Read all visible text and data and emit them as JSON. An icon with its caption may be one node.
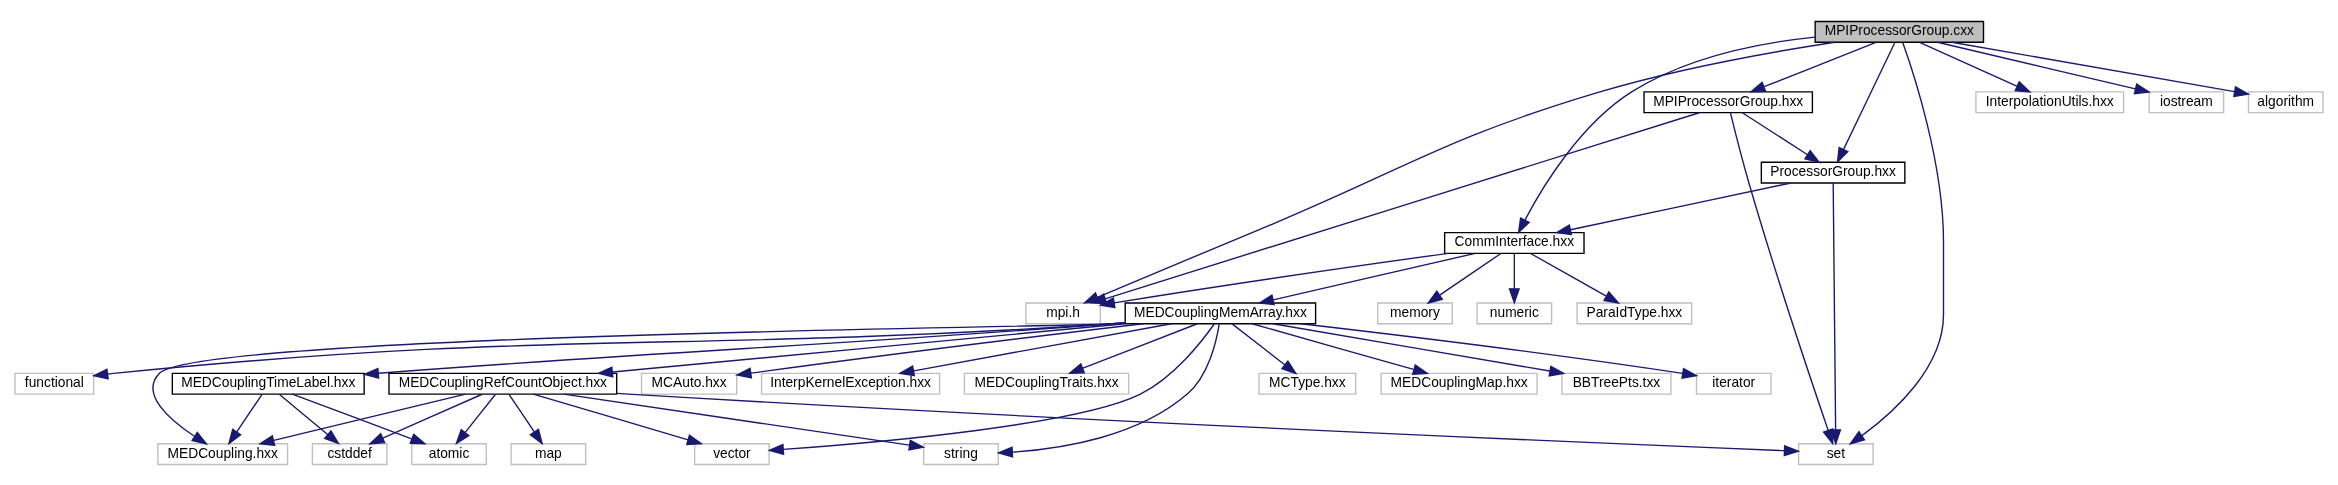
{
  "diagram": {
    "nodes": [
      {
        "text": [
          "MPIProcessorGroup.cxx"
        ]
      },
      {
        "text": [
          "MPIProcessorGroup.hxx"
        ]
      },
      {
        "text": [
          "InterpolationUtils.hxx"
        ]
      },
      {
        "text": [
          "iostream"
        ]
      },
      {
        "text": [
          "algorithm"
        ]
      },
      {
        "text": [
          "ProcessorGroup.hxx"
        ]
      },
      {
        "text": [
          "CommInterface.hxx"
        ]
      },
      {
        "text": [
          "mpi.h"
        ]
      },
      {
        "text": [
          "set"
        ]
      },
      {
        "text": [
          "MEDCouplingMemArray.hxx"
        ]
      },
      {
        "text": [
          "memory"
        ]
      },
      {
        "text": [
          "numeric"
        ]
      },
      {
        "text": [
          "ParaIdType.hxx"
        ]
      },
      {
        "text": [
          "MCAuto.hxx"
        ]
      },
      {
        "text": [
          "InterpKernelException.hxx"
        ]
      },
      {
        "text": [
          "MEDCouplingTraits.hxx"
        ]
      },
      {
        "text": [
          "MEDCouplingMap.hxx"
        ]
      },
      {
        "text": [
          "BBTreePts.txx"
        ]
      },
      {
        "text": [
          "iterator"
        ]
      },
      {
        "text": [
          "functional"
        ]
      },
      {
        "text": [
          "MEDCouplingTimeLabel.hxx"
        ]
      },
      {
        "text": [
          "MEDCouplingRefCountObject.hxx"
        ]
      },
      {
        "text": [
          "MCType.hxx"
        ]
      },
      {
        "text": [
          "MEDCoupling.hxx"
        ]
      },
      {
        "text": [
          "cstddef"
        ]
      },
      {
        "text": [
          "atomic"
        ]
      },
      {
        "text": [
          "map"
        ]
      },
      {
        "text": [
          "vector"
        ]
      },
      {
        "text": [
          "string"
        ]
      }
    ],
    "edges": [
      {
        "from": 0,
        "to": 1,
        "arrow": "to"
      },
      {
        "from": 0,
        "to": 5,
        "arrow": "to"
      },
      {
        "from": 0,
        "to": 6,
        "arrow": "to"
      },
      {
        "from": 0,
        "to": 7,
        "arrow": "to"
      },
      {
        "from": 0,
        "to": 8,
        "arrow": "to"
      },
      {
        "from": 0,
        "to": 2,
        "arrow": "to"
      },
      {
        "from": 0,
        "to": 3,
        "arrow": "to"
      },
      {
        "from": 0,
        "to": 4,
        "arrow": "to"
      },
      {
        "from": 1,
        "to": 5,
        "arrow": "to"
      },
      {
        "from": 1,
        "to": 7,
        "arrow": "to"
      },
      {
        "from": 1,
        "to": 8,
        "arrow": "to"
      },
      {
        "from": 5,
        "to": 6,
        "arrow": "to"
      },
      {
        "from": 5,
        "to": 8,
        "arrow": "to"
      },
      {
        "from": 6,
        "to": 9,
        "arrow": "to"
      },
      {
        "from": 6,
        "to": 10,
        "arrow": "to"
      },
      {
        "from": 6,
        "to": 11,
        "arrow": "to"
      },
      {
        "from": 6,
        "to": 12,
        "arrow": "to"
      },
      {
        "from": 6,
        "to": 7,
        "arrow": "to"
      },
      {
        "from": 9,
        "to": 13,
        "arrow": "to"
      },
      {
        "from": 9,
        "to": 14,
        "arrow": "to"
      },
      {
        "from": 9,
        "to": 15,
        "arrow": "to"
      },
      {
        "from": 9,
        "to": 16,
        "arrow": "to"
      },
      {
        "from": 9,
        "to": 17,
        "arrow": "to"
      },
      {
        "from": 9,
        "to": 18,
        "arrow": "to"
      },
      {
        "from": 9,
        "to": 19,
        "arrow": "to"
      },
      {
        "from": 9,
        "to": 23,
        "arrow": "to"
      },
      {
        "from": 9,
        "to": 20,
        "arrow": "to"
      },
      {
        "from": 9,
        "to": 21,
        "arrow": "to"
      },
      {
        "from": 9,
        "to": 27,
        "arrow": "to"
      },
      {
        "from": 9,
        "to": 28,
        "arrow": "to"
      },
      {
        "from": 9,
        "to": 22,
        "arrow": "to"
      },
      {
        "from": 20,
        "to": 23,
        "arrow": "to"
      },
      {
        "from": 20,
        "to": 24,
        "arrow": "to"
      },
      {
        "from": 20,
        "to": 25,
        "arrow": "to"
      },
      {
        "from": 21,
        "to": 23,
        "arrow": "to"
      },
      {
        "from": 21,
        "to": 24,
        "arrow": "to"
      },
      {
        "from": 21,
        "to": 25,
        "arrow": "to"
      },
      {
        "from": 21,
        "to": 26,
        "arrow": "to"
      },
      {
        "from": 21,
        "to": 27,
        "arrow": "to"
      },
      {
        "from": 21,
        "to": 28,
        "arrow": "to"
      },
      {
        "from": 21,
        "to": 8,
        "arrow": "to"
      }
    ]
  }
}
